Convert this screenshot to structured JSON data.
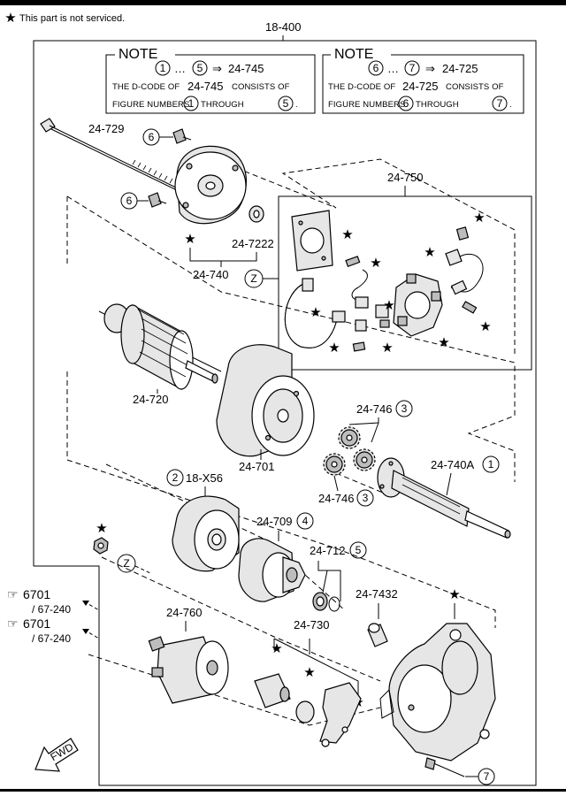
{
  "header": {
    "legend_text": "This part is not serviced.",
    "assembly_code": "18-400"
  },
  "notes": [
    {
      "title": "NOTE",
      "range_start": "1",
      "range_end": "5",
      "arrow": "⇒",
      "target": "24-745",
      "line2_pre": "THE D-CODE OF",
      "line2_code": "24-745",
      "line2_post": "CONSISTS OF",
      "line3_pre": "FIGURE NUMBERS",
      "line3_a": "1",
      "line3_mid": "THROUGH",
      "line3_b": "5",
      "line3_end": "."
    },
    {
      "title": "NOTE",
      "range_start": "6",
      "range_end": "7",
      "arrow": "⇒",
      "target": "24-725",
      "line2_pre": "THE D-CODE OF",
      "line2_code": "24-725",
      "line2_post": "CONSISTS OF",
      "line3_pre": "FIGURE NUMBERS",
      "line3_a": "6",
      "line3_mid": "THROUGH",
      "line3_b": "7",
      "line3_end": "."
    }
  ],
  "labels": {
    "p24_729": "24-729",
    "p24_750": "24-750",
    "p24_7222": "24-7222",
    "p24_740": "24-740",
    "p24_720": "24-720",
    "p24_701": "24-701",
    "p24_746_top": "24-746",
    "p24_746_bot": "24-746",
    "p24_740A": "24-740A",
    "p18_X56": "18-X56",
    "p24_709": "24-709",
    "p24_712": "24-712",
    "p24_7432": "24-7432",
    "p24_760": "24-760",
    "p24_730": "24-730"
  },
  "circles": {
    "c6a": "6",
    "c6b": "6",
    "c746_top": "3",
    "c746_bot": "3",
    "c740A": "1",
    "c18X56": "2",
    "c709": "4",
    "c712": "5",
    "c7": "7"
  },
  "callouts": {
    "z1": "Z",
    "z2": "Z"
  },
  "refs": [
    {
      "code": "6701",
      "sub": "/ 67-240"
    },
    {
      "code": "6701",
      "sub": "/ 67-240"
    }
  ],
  "fwd": "FWD",
  "star_glyph": "★"
}
